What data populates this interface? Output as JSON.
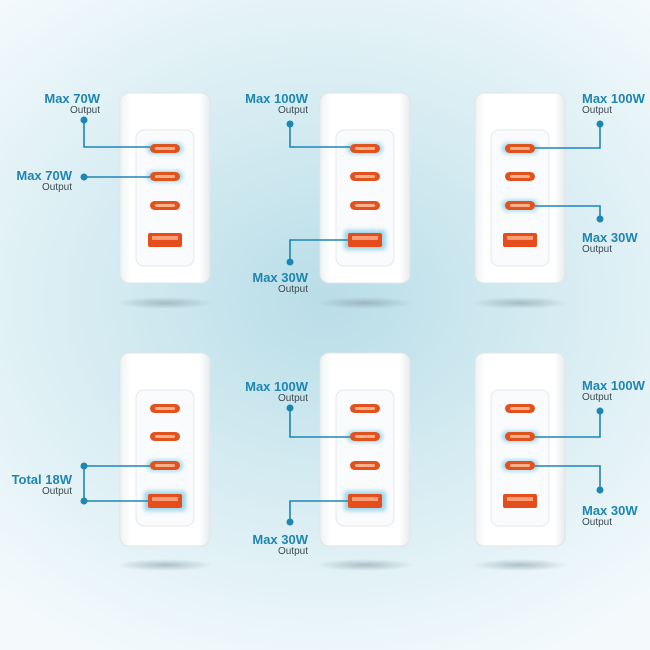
{
  "colors": {
    "accent": "#1e86b3",
    "usb_c_port": "#e0531f",
    "usb_a_port": "#e64d1c",
    "charger_body": "#ffffff"
  },
  "configurations": [
    {
      "active_ports": [
        "C1",
        "C2"
      ],
      "callouts": [
        {
          "main": "Max 70W",
          "sub": "Output"
        },
        {
          "main": "Max 70W",
          "sub": "Output"
        }
      ]
    },
    {
      "active_ports": [
        "C1",
        "A"
      ],
      "callouts": [
        {
          "main": "Max 100W",
          "sub": "Output"
        },
        {
          "main": "Max 30W",
          "sub": "Output"
        }
      ]
    },
    {
      "active_ports": [
        "C1",
        "C3"
      ],
      "callouts": [
        {
          "main": "Max 100W",
          "sub": "Output"
        },
        {
          "main": "Max 30W",
          "sub": "Output"
        }
      ]
    },
    {
      "active_ports": [
        "C3",
        "A"
      ],
      "callouts": [
        {
          "main": "Total 18W",
          "sub": "Output"
        }
      ]
    },
    {
      "active_ports": [
        "C2",
        "A"
      ],
      "callouts": [
        {
          "main": "Max 100W",
          "sub": "Output"
        },
        {
          "main": "Max 30W",
          "sub": "Output"
        }
      ]
    },
    {
      "active_ports": [
        "C2",
        "C3"
      ],
      "callouts": [
        {
          "main": "Max 100W",
          "sub": "Output"
        },
        {
          "main": "Max 30W",
          "sub": "Output"
        }
      ]
    }
  ]
}
